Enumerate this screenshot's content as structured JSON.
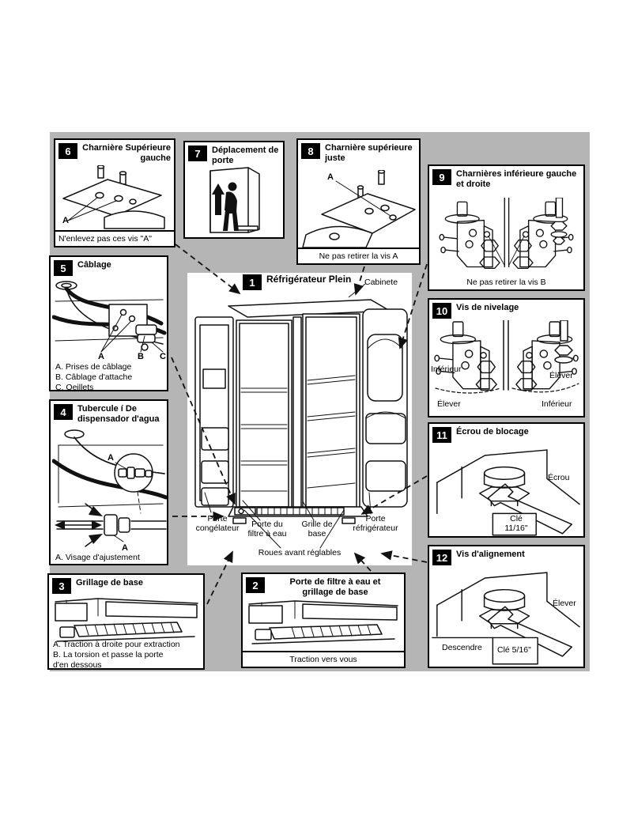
{
  "colors": {
    "panel_bg": "#b5b5b5",
    "badge_bg": "#000000",
    "line": "#111111"
  },
  "boxes": {
    "box1": {
      "num": "1",
      "title": "Réfrigérateur Plein",
      "cabinet_label": "Cabinete",
      "label_freezer_door": "Porte\ncongélateur",
      "label_water_filter_door": "Porte du\nfiltre à eau",
      "label_base_grille": "Grille de\nbase",
      "label_fridge_door": "Porte\nréfrigérateur",
      "label_front_rollers": "Roues avant réglables"
    },
    "box2": {
      "num": "2",
      "title": "Porte de filtre à eau et\ngrillage de base",
      "caption": "Traction vers vous"
    },
    "box3": {
      "num": "3",
      "title": "Grillage de base",
      "legend": "A. Traction à droite pour extraction\nB.  La torsion et passe la porte\n      d'en dessous"
    },
    "box4": {
      "num": "4",
      "title": "Tubercule í De\ndispensador d'agua",
      "label_a1": "A",
      "label_a2": "A",
      "legend": "A. Visage d'ajustement"
    },
    "box5": {
      "num": "5",
      "title": "Câblage",
      "label_a": "A",
      "label_b": "B",
      "label_c": "C",
      "legend": "A. Prises de câblage\nB. Câblage d'attache\nC. Oeillets"
    },
    "box6": {
      "num": "6",
      "title": "Charnière Supérieure\ngauche",
      "label_a": "A",
      "caption": "N'enlevez pas ces vis \"A\""
    },
    "box7": {
      "num": "7",
      "title": "Déplacement de\nporte"
    },
    "box8": {
      "num": "8",
      "title": "Charnière supérieure\njuste",
      "label_a": "A",
      "caption": "Ne pas retirer la vis A"
    },
    "box9": {
      "num": "9",
      "title": "Charnières inférieure gauche\net droite",
      "caption": "Ne pas retirer la vis B"
    },
    "box10": {
      "num": "10",
      "title": "Vis de nivelage",
      "label_left_mid": "Inférieur",
      "label_right_mid": "Élever",
      "label_bottom_left": "Élever",
      "label_bottom_right": "Inférieur"
    },
    "box11": {
      "num": "11",
      "title": "Écrou de blocage",
      "label_nut": "Écrou",
      "label_wrench": "Clé\n11/16\""
    },
    "box12": {
      "num": "12",
      "title": "Vis d'alignement",
      "label_raise": "Élever",
      "label_lower": "Descendre",
      "label_wrench": "Clé 5/16\""
    }
  }
}
